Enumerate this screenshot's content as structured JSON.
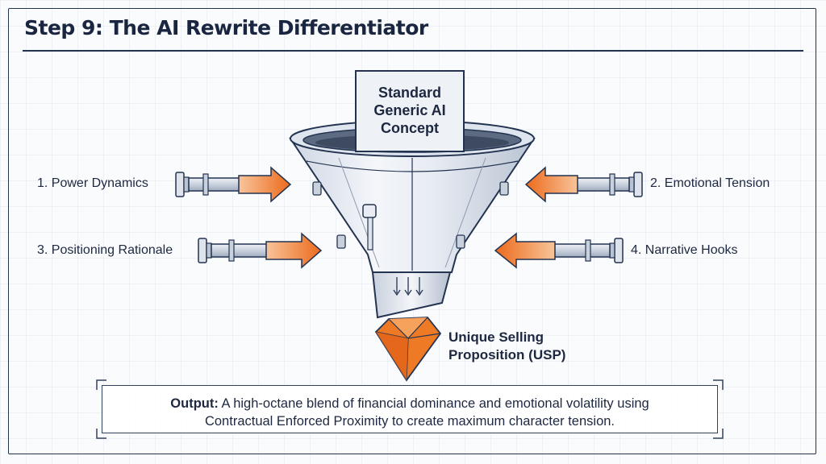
{
  "title": "Step 9: The AI Rewrite Differentiator",
  "input_card": {
    "lines": [
      "Standard",
      "Generic AI",
      "Concept"
    ]
  },
  "inputs": [
    {
      "label": "1. Power Dynamics"
    },
    {
      "label": "2. Emotional Tension"
    },
    {
      "label": "3. Positioning Rationale"
    },
    {
      "label": "4. Narrative Hooks"
    }
  ],
  "result": {
    "lines": [
      "Unique Selling",
      "Proposition (USP)"
    ]
  },
  "output": {
    "prefix": "Output:",
    "line1": "A high-octane blend of financial dominance and emotional volatility using",
    "line2": "Contractual Enforced Proximity to create maximum character tension."
  },
  "colors": {
    "accent_orange": "#f07a2a",
    "outline": "#233350"
  }
}
